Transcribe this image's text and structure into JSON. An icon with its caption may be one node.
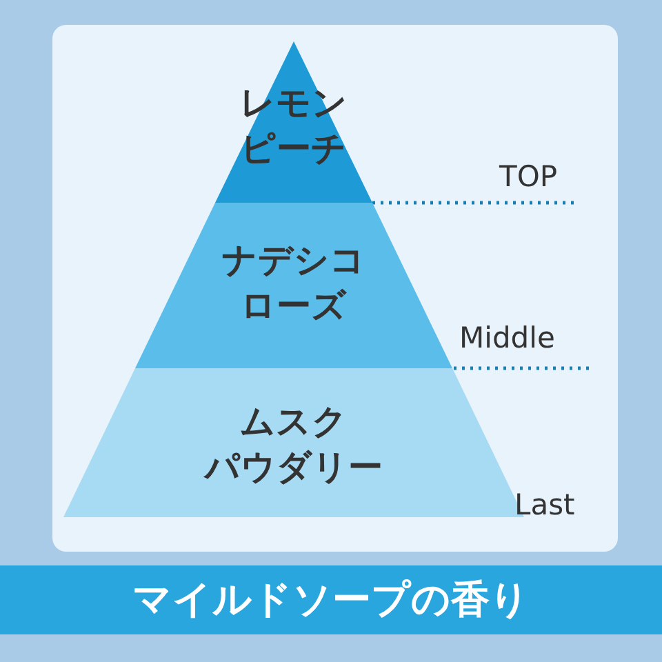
{
  "diagram": {
    "nodes": [
      {
        "text": [
          "レモンピーチ"
        ]
      },
      {
        "text": [
          "ナデシコローズ"
        ]
      },
      {
        "text": [
          "ムスクパウダリー"
        ]
      }
    ],
    "labels": [
      "TOP",
      "Middle",
      "Last"
    ],
    "caption": "マイルドソープの香り"
  }
}
